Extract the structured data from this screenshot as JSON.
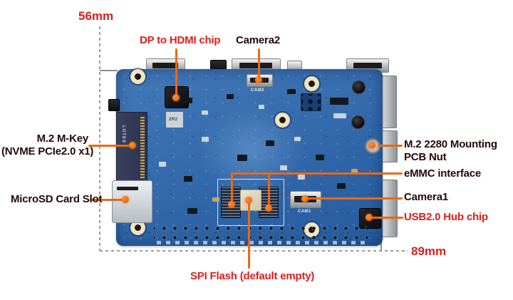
{
  "diagram": {
    "dim_height": "56mm",
    "dim_width": "89mm",
    "callouts": {
      "dp_to_hdmi": "DP to HDMI chip",
      "camera2": "Camera2",
      "m2_m_key": "M.2 M-Key",
      "m2_m_key_sub": "(NVME PCIe2.0 x1)",
      "microsd": "MicroSD Card Slot",
      "m2_nut_1": "M.2 2280 Mounting",
      "m2_nut_2": "PCB Nut",
      "emmc": "eMMC interface",
      "camera1": "Camera1",
      "usb_hub": "USB2.0 Hub chip",
      "spi_flash": "SPI Flash (default empty)"
    },
    "silkscreen": {
      "cam2": "CAM2",
      "cam1": "CAM1",
      "m2_slot": "LOTES",
      "inductor": "2R2"
    },
    "colors": {
      "label_red": "#e21b1b",
      "label_dark": "#220a06",
      "leader_orange": "#ec690f",
      "board_blue": "#2d6ab1",
      "dimension_gray": "#9b9b9b"
    }
  }
}
